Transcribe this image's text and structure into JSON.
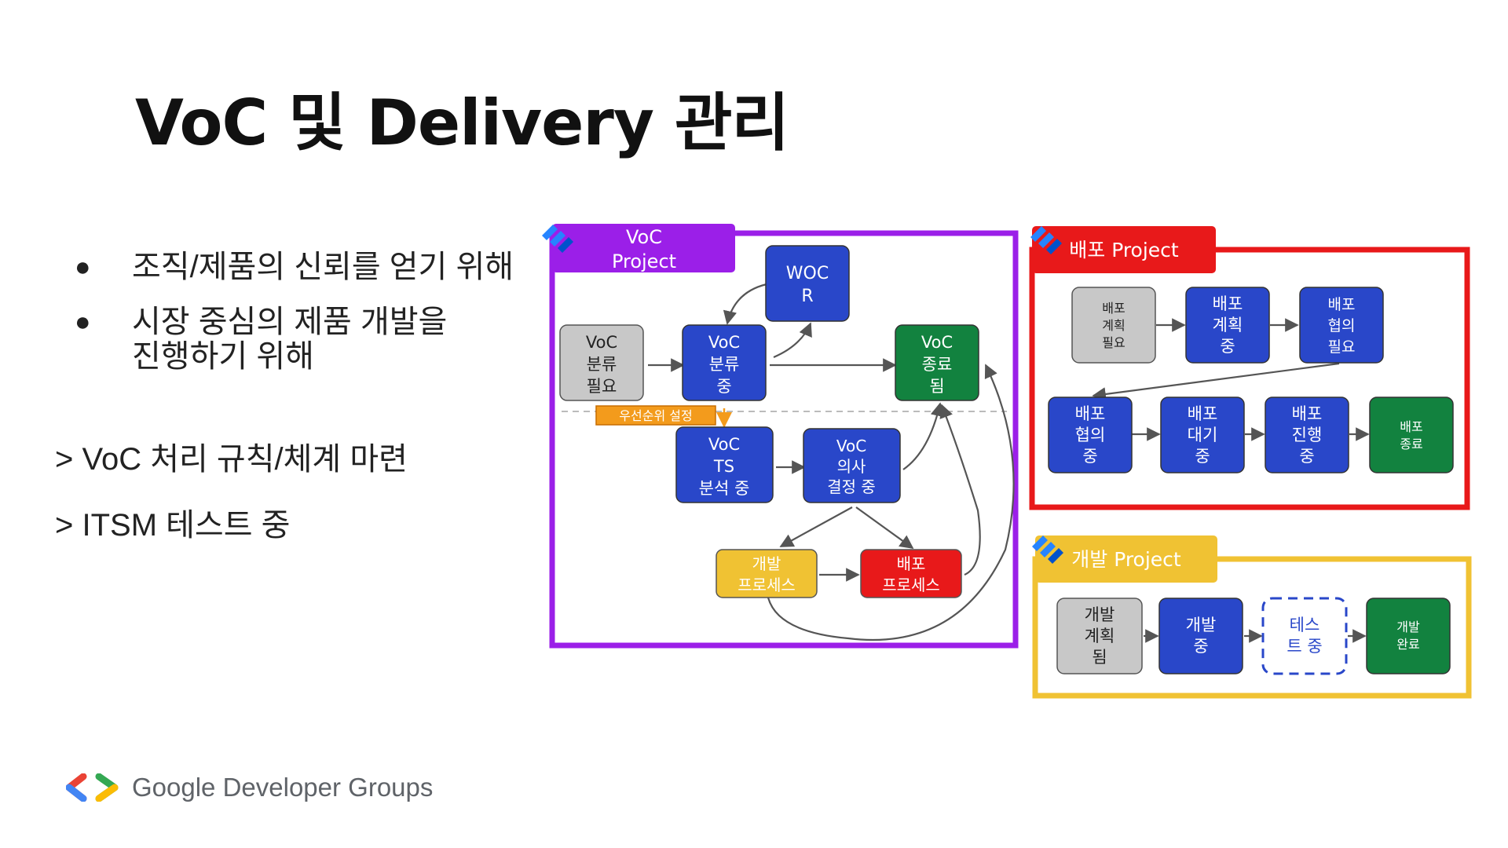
{
  "title": "VoC 및 Delivery 관리",
  "bullets": [
    {
      "lines": [
        "조직/제품의 신뢰를 얻기 위해"
      ]
    },
    {
      "lines": [
        "시장 중심의 제품 개발을",
        "진행하기 위해"
      ]
    }
  ],
  "notes": [
    "> VoC 처리 규칙/체계 마련",
    "> ITSM 테스트 중"
  ],
  "footer": "Google Developer Groups",
  "colors": {
    "purple": "#9b1fe8",
    "red": "#e8191a",
    "yellow": "#f0c233",
    "blue": "#2947c9",
    "green": "#12823f",
    "gray": "#c8c8c8",
    "orange": "#f39b1c"
  },
  "voc_project": {
    "label": [
      "VoC",
      "Project"
    ],
    "nodes": {
      "woc_r": [
        "WOC",
        "R"
      ],
      "voc_classify_needed": [
        "VoC",
        "분류",
        "필요"
      ],
      "voc_classifying": [
        "VoC",
        "분류",
        "중"
      ],
      "voc_closed": [
        "VoC",
        "종료",
        "됨"
      ],
      "voc_ts": [
        "VoC",
        "TS",
        "분석 중"
      ],
      "voc_decision": [
        "VoC",
        "의사",
        "결정 중"
      ],
      "dev_process": [
        "개발",
        "프로세스"
      ],
      "deploy_process": [
        "배포",
        "프로세스"
      ]
    },
    "priority_label": "우선순위 설정"
  },
  "deploy_project": {
    "label": "배포 Project",
    "nodes": {
      "plan_needed": [
        "배포",
        "계획",
        "필요"
      ],
      "planning": [
        "배포",
        "계획",
        "중"
      ],
      "consult_needed": [
        "배포",
        "협의",
        "필요"
      ],
      "consulting": [
        "배포",
        "협의",
        "중"
      ],
      "waiting": [
        "배포",
        "대기",
        "중"
      ],
      "in_progress": [
        "배포",
        "진행",
        "중"
      ],
      "done": [
        "배포",
        "종료"
      ]
    }
  },
  "dev_project": {
    "label": "개발 Project",
    "nodes": {
      "planned": [
        "개발",
        "계획",
        "됨"
      ],
      "developing": [
        "개발",
        "중"
      ],
      "testing": [
        "테스",
        "트 중"
      ],
      "done": [
        "개발",
        "완료"
      ]
    }
  }
}
